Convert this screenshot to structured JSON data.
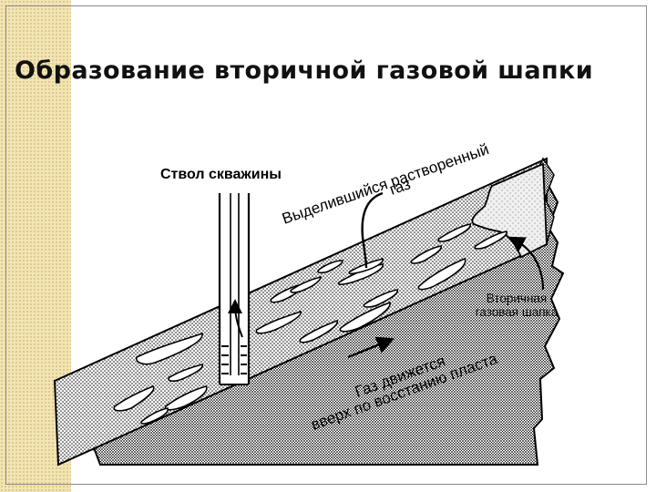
{
  "slide": {
    "title": "Образование вторичной газовой шапки"
  },
  "diagram": {
    "labels": {
      "wellbore": "Ствол скважины",
      "dissolved_gas_line1": "Выделившийся растворенный",
      "dissolved_gas_line2": "газ",
      "secondary_cap_line1": "Вторичная",
      "secondary_cap_line2": "газовая шапка",
      "gas_moves_line1": "Газ движется",
      "gas_moves_line2": "вверх по восстанию пласта"
    },
    "colors": {
      "strip": "#f2e4b4",
      "outline": "#000000",
      "cap_fill": "#ececec"
    }
  }
}
